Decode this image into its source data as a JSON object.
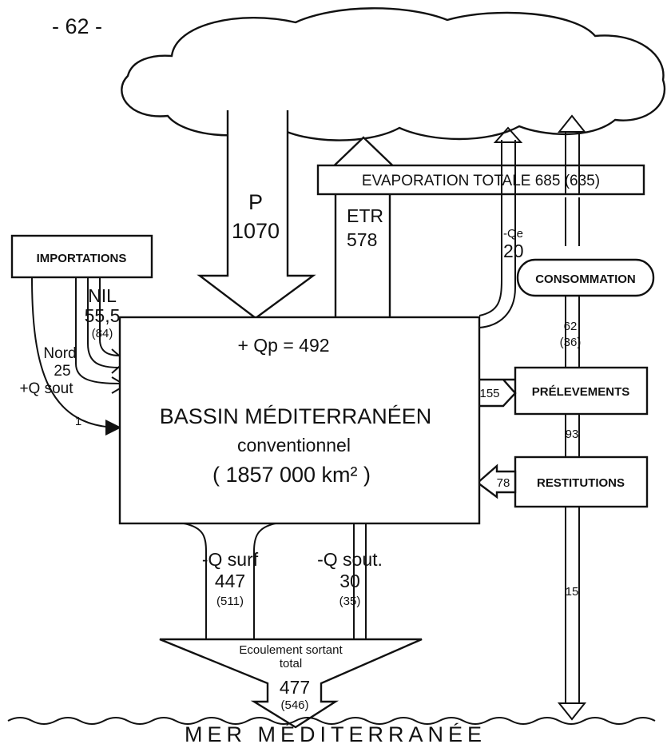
{
  "page_number": "- 62 -",
  "precipitation": {
    "label": "P",
    "value": "1070"
  },
  "etr": {
    "label": "ETR",
    "value": "578"
  },
  "evaporation_total": "EVAPORATION TOTALE 685 (635)",
  "qe": {
    "label": "-Qe",
    "value": "20"
  },
  "importations": "IMPORTATIONS",
  "nil": {
    "label": "NIL",
    "value": "55,5",
    "alt": "(84)"
  },
  "nord": {
    "label": "Nord",
    "value": "25"
  },
  "q_sout_in": {
    "label": "+Q sout",
    "value": "1"
  },
  "consommation": "CONSOMMATION",
  "consommation_flow": {
    "value": "62",
    "alt": "(36)"
  },
  "qp": "+ Qp = 492",
  "basin": {
    "title": "BASSIN MÉDITERRANÉEN",
    "subtitle": "conventionnel",
    "area": "( 1857 000 km² )"
  },
  "prelevements": {
    "label": "PRÉLEVEMENTS",
    "value": "155"
  },
  "flow_93": "93",
  "restitutions": {
    "label": "RESTITUTIONS",
    "value": "78"
  },
  "flow_15": "15",
  "q_surf": {
    "label": "-Q surf",
    "value": "447",
    "alt": "(511)"
  },
  "q_sout_out": {
    "label": "-Q sout.",
    "value": "30",
    "alt": "(35)"
  },
  "ecoulement": {
    "line1": "Ecoulement sortant",
    "line2": "total",
    "value": "477",
    "alt": "(546)"
  },
  "sea": "MER    MÉDITERRANÉE"
}
